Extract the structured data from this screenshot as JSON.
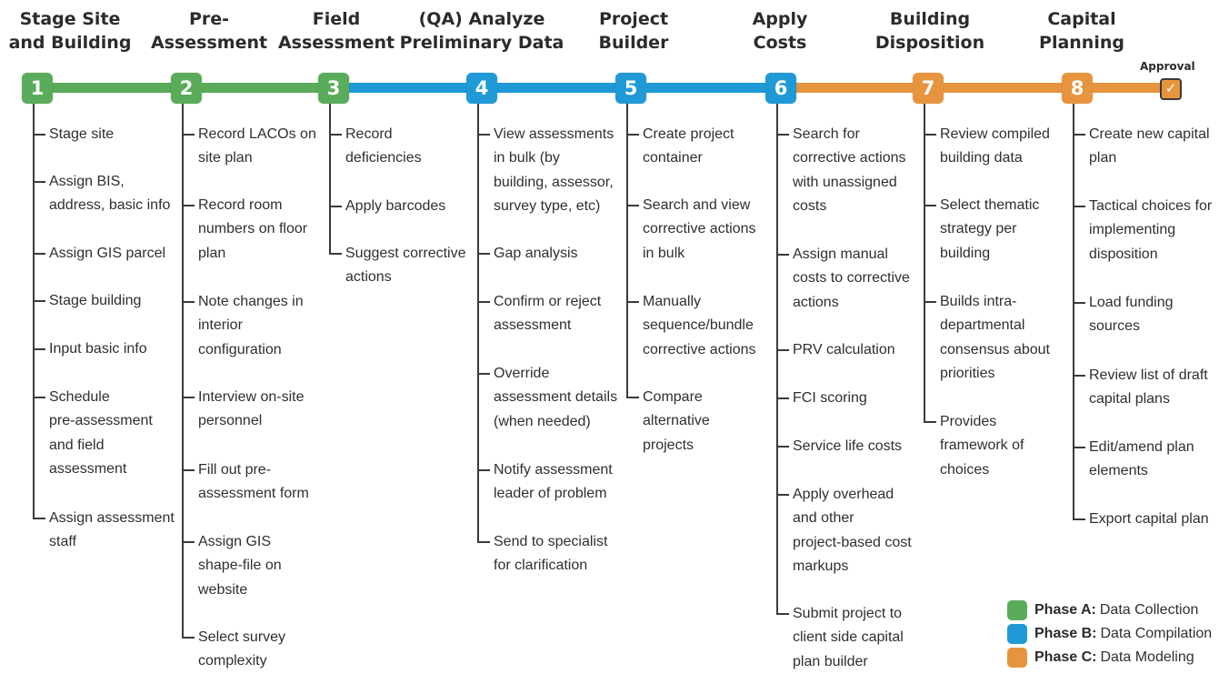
{
  "colors": {
    "phase_a": "#5aac5a",
    "phase_b": "#1f9ad6",
    "phase_c": "#e7943f",
    "line": "#3a3a3a"
  },
  "approval": {
    "label": "Approval",
    "icon": "checkmark-icon"
  },
  "stages": [
    {
      "number": "1",
      "title": "Stage Site\nand Building",
      "phase": "a",
      "tasks": [
        "Stage site",
        "Assign BIS,\naddress, basic info",
        "Assign GIS parcel",
        "Stage building",
        "Input basic info",
        "Schedule\npre-assessment\nand field\nassessment",
        "Assign assessment\nstaff"
      ]
    },
    {
      "number": "2",
      "title": "Pre-\nAssessment",
      "phase": "a",
      "tasks": [
        "Record LACOs on\nsite plan",
        "Record room\nnumbers on floor\nplan",
        "Note changes in\ninterior\nconfiguration",
        "Interview on-site\npersonnel",
        "Fill out pre-\nassessment form",
        "Assign GIS\nshape-file on\nwebsite",
        "Select survey\ncomplexity"
      ]
    },
    {
      "number": "3",
      "title": "Field\nAssessment",
      "phase": "a",
      "tasks": [
        "Record\ndeficiencies",
        "Apply barcodes",
        "Suggest corrective\nactions"
      ]
    },
    {
      "number": "4",
      "title": "(QA) Analyze\nPreliminary Data",
      "phase": "b",
      "tasks": [
        "View assessments\nin bulk (by\nbuilding, assessor,\nsurvey type, etc)",
        "Gap analysis",
        "Confirm or reject\nassessment",
        "Override\nassessment details\n(when needed)",
        "Notify assessment\nleader of problem",
        "Send to specialist\nfor clarification"
      ]
    },
    {
      "number": "5",
      "title": "Project\nBuilder",
      "phase": "b",
      "tasks": [
        "Create project\ncontainer",
        "Search and view\ncorrective actions\nin bulk",
        "Manually\nsequence/bundle\ncorrective actions",
        "Compare\nalternative\nprojects"
      ]
    },
    {
      "number": "6",
      "title": "Apply\nCosts",
      "phase": "b",
      "tasks": [
        "Search for\ncorrective actions\nwith unassigned\ncosts",
        "Assign manual\ncosts to corrective\nactions",
        "PRV calculation",
        "FCI scoring",
        "Service life costs",
        "Apply overhead\nand other\nproject-based cost\nmarkups",
        "Submit project to\nclient side capital\nplan builder"
      ]
    },
    {
      "number": "7",
      "title": "Building\nDisposition",
      "phase": "c",
      "tasks": [
        "Review compiled\nbuilding data",
        "Select thematic\nstrategy per\nbuilding",
        "Builds intra-\ndepartmental\nconsensus about\npriorities",
        "Provides\nframework of\nchoices"
      ]
    },
    {
      "number": "8",
      "title": "Capital\nPlanning",
      "phase": "c",
      "tasks": [
        "Create new capital\nplan",
        "Tactical choices for\nimplementing\ndisposition",
        "Load funding\nsources",
        "Review list of draft\ncapital plans",
        "Edit/amend plan\nelements",
        "Export capital plan"
      ]
    }
  ],
  "legend": [
    {
      "bold": "Phase A:",
      "text": "Data Collection",
      "color": "#5aac5a"
    },
    {
      "bold": "Phase B:",
      "text": "Data Compilation",
      "color": "#1f9ad6"
    },
    {
      "bold": "Phase C:",
      "text": "Data Modeling",
      "color": "#e7943f"
    }
  ]
}
